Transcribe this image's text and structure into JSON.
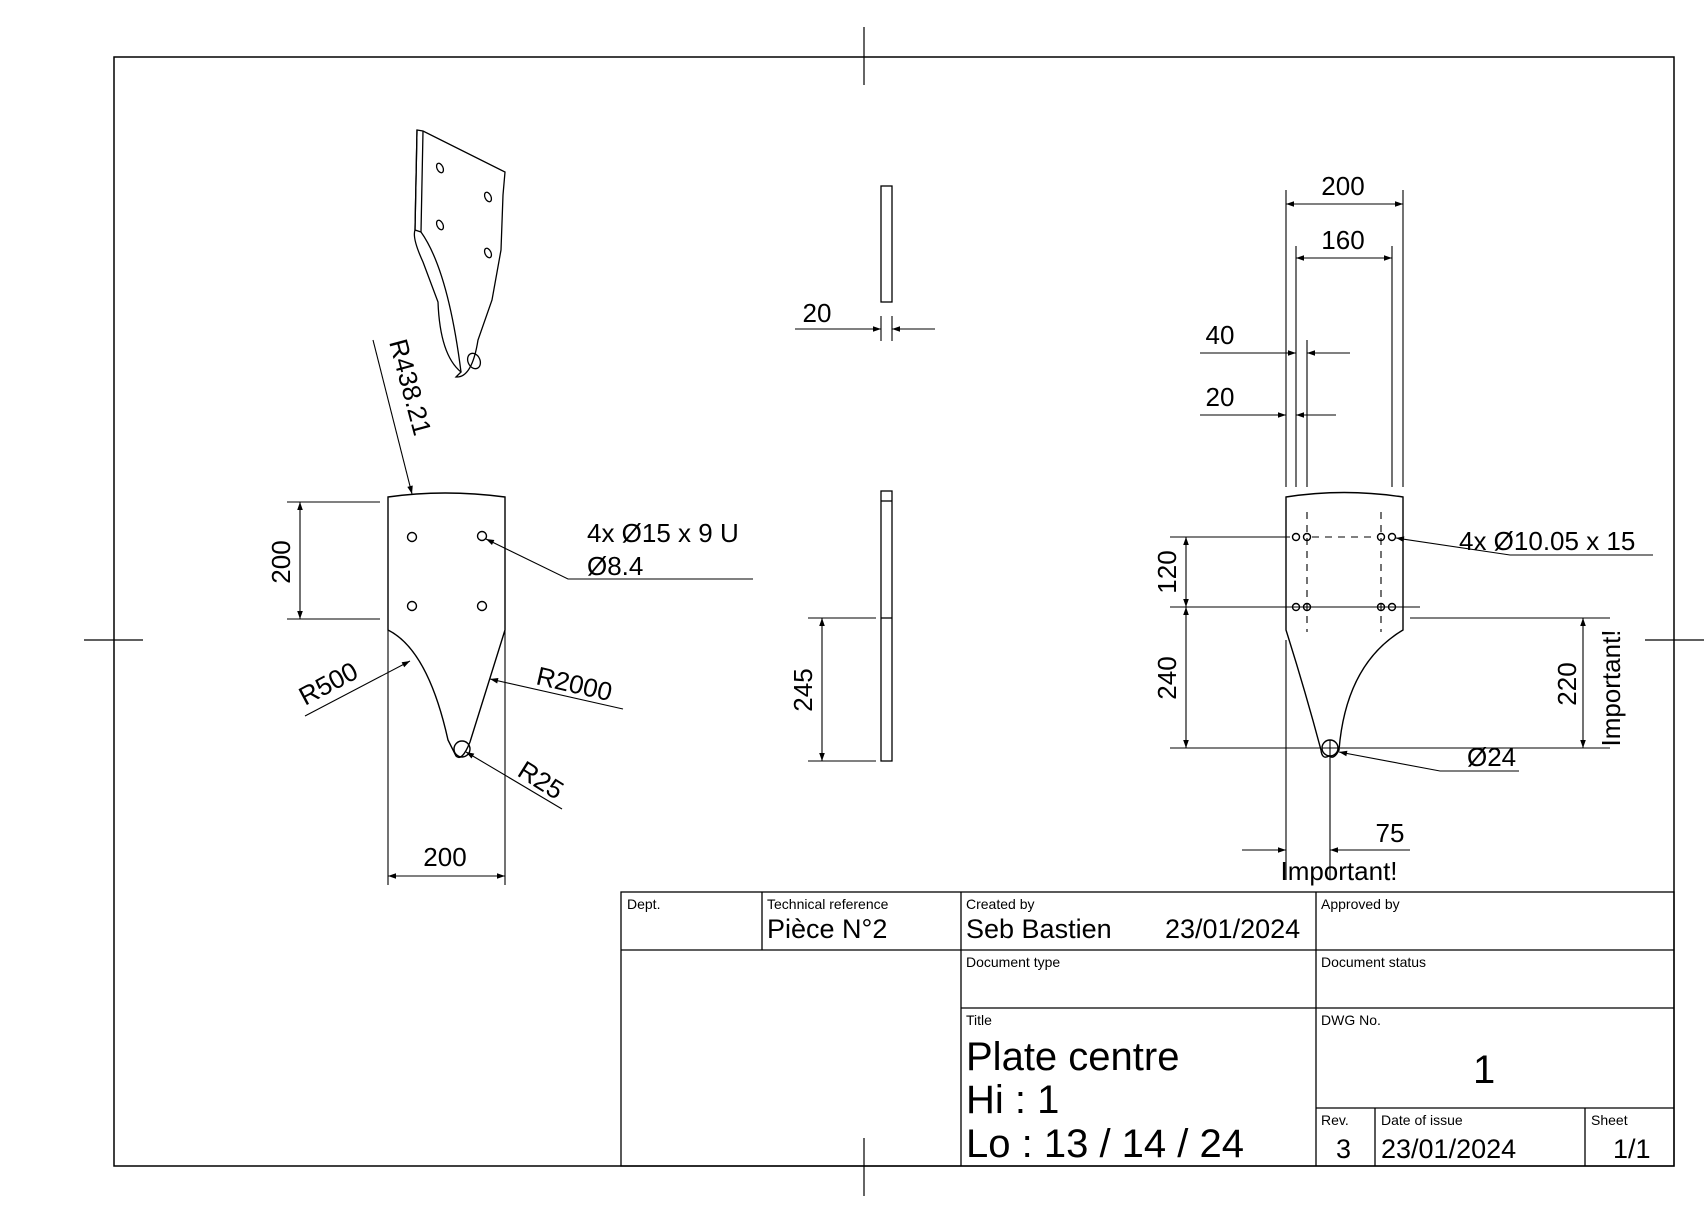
{
  "views": {
    "front": {
      "dims": {
        "height_200": "200",
        "width_200": "200",
        "r438": "R438.21",
        "r500": "R500",
        "r2000": "R2000",
        "r25": "R25",
        "holes_note_1": "4x Ø15 x 9 U",
        "holes_note_2": "Ø8.4"
      }
    },
    "side": {
      "dims": {
        "thickness": "20",
        "depth_245": "245"
      }
    },
    "right": {
      "dims": {
        "w200": "200",
        "w160": "160",
        "d40": "40",
        "d20": "20",
        "v120": "120",
        "v240": "240",
        "v220": "220",
        "important_v": "Important!",
        "holes_note": "4x Ø10.05 x 15",
        "bore": "Ø24",
        "d75": "75",
        "important_h": "Important!"
      }
    }
  },
  "titleblock": {
    "dept_label": "Dept.",
    "techref_label": "Technical reference",
    "techref_value": "Pièce N°2",
    "created_label": "Created by",
    "created_value": "Seb Bastien",
    "created_date": "23/01/2024",
    "approved_label": "Approved by",
    "doctype_label": "Document type",
    "docstatus_label": "Document status",
    "title_label": "Title",
    "title_line1": "Plate centre",
    "title_line2": "Hi : 1",
    "title_line3": "Lo : 13 / 14 / 24",
    "dwg_label": "DWG No.",
    "dwg_value": "1",
    "rev_label": "Rev.",
    "rev_value": "3",
    "issue_label": "Date of issue",
    "issue_value": "23/01/2024",
    "sheet_label": "Sheet",
    "sheet_value": "1/1"
  }
}
